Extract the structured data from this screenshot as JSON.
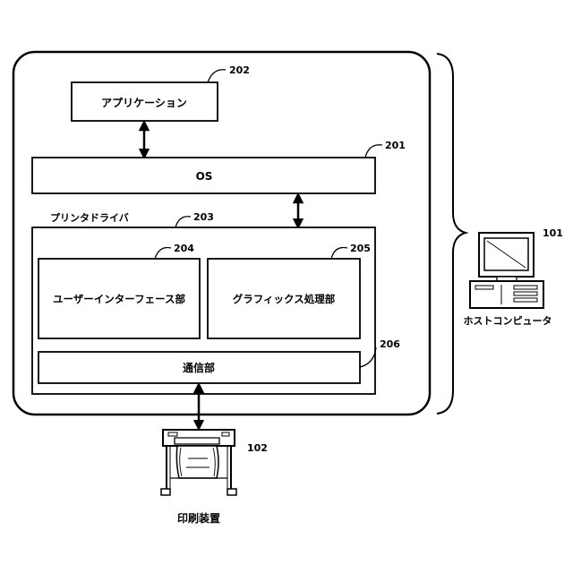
{
  "diagram": {
    "host_computer": {
      "ref": "101",
      "label": "ホストコンピュータ"
    },
    "application": {
      "ref": "202",
      "label": "アプリケーション"
    },
    "os": {
      "ref": "201",
      "label": "OS"
    },
    "printer_driver": {
      "ref": "203",
      "label": "プリンタドライバ"
    },
    "user_interface": {
      "ref": "204",
      "label": "ユーザーインターフェース部"
    },
    "graphics": {
      "ref": "205",
      "label": "グラフィックス処理部"
    },
    "communication": {
      "ref": "206",
      "label": "通信部"
    },
    "printer": {
      "ref": "102",
      "label": "印刷装置"
    }
  }
}
